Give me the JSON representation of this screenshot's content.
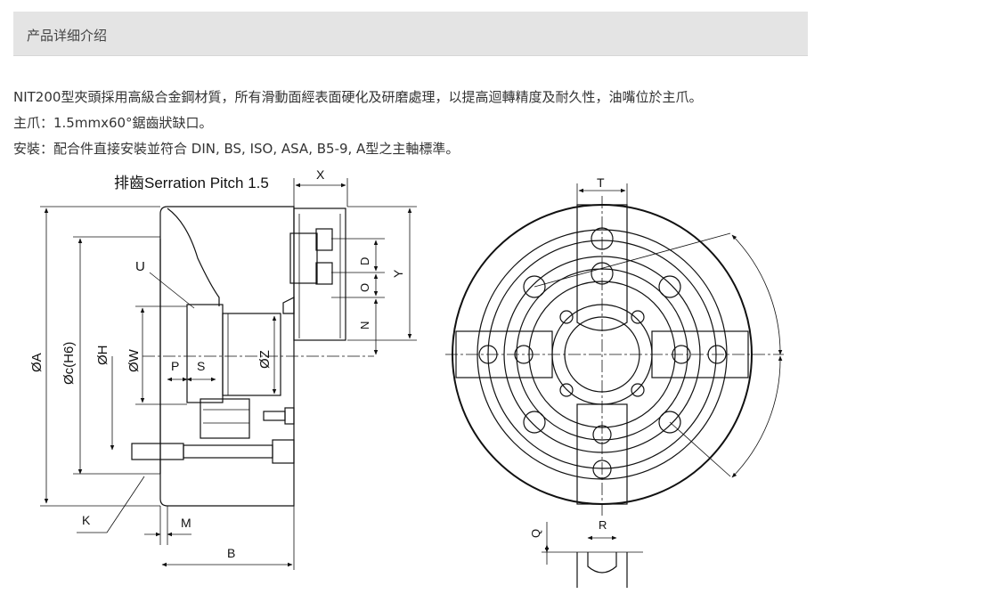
{
  "section": {
    "title": "产品详细介绍"
  },
  "description": {
    "line1": "NIT200型夾頭採用高級合金鋼材質，所有滑動面經表面硬化及研磨處理，以提高迴轉精度及耐久性，油嘴位於主爪。",
    "line2": "主爪：1.5mmx60°鋸齒狀缺口。",
    "line3": "安裝：配合件直接安裝並符合 DIN, BS, ISO, ASA, B5-9, A型之主軸標準。"
  },
  "drawing": {
    "serration_label": "排齒Serration Pitch 1.5",
    "dims": {
      "A": "ØA",
      "C": "Øc(H6)",
      "H": "ØH",
      "W": "ØW",
      "Z": "ØZ",
      "U": "U",
      "P": "P",
      "S": "S",
      "K": "K",
      "M": "M",
      "B": "B",
      "X": "X",
      "Y": "Y",
      "D": "D",
      "O": "O",
      "N": "N",
      "T": "T",
      "Q": "Q",
      "R": "R"
    }
  }
}
